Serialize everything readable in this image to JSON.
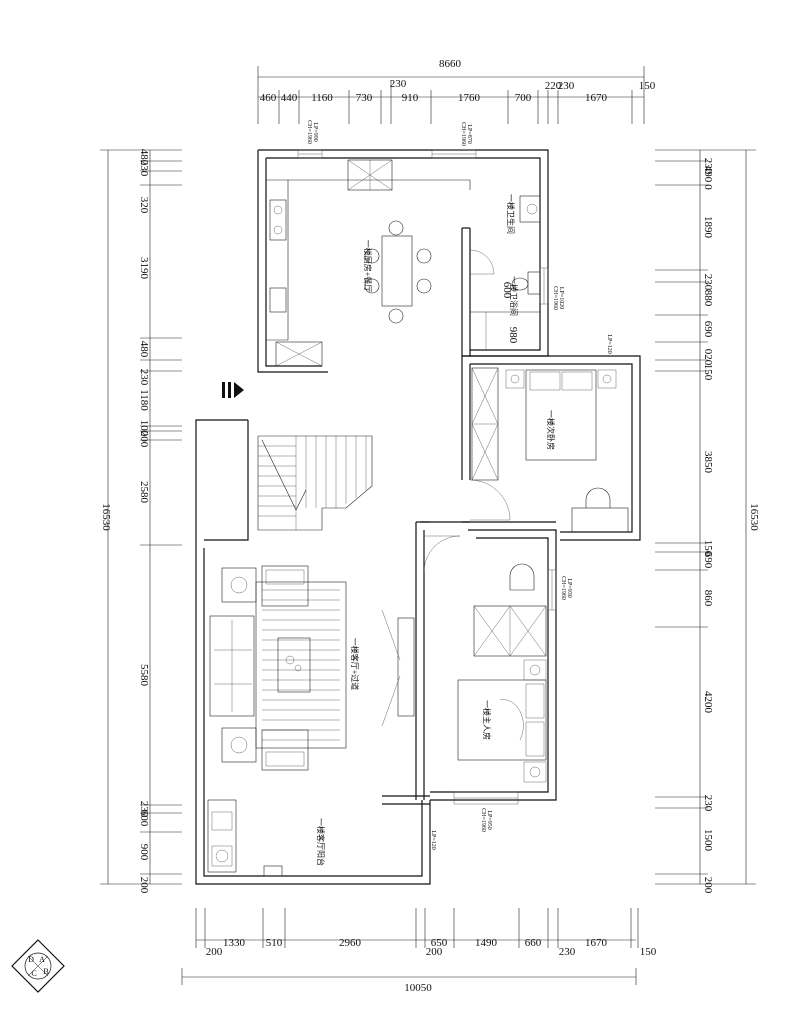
{
  "dimensions": {
    "top_total": "8660",
    "top_small": "230",
    "top_segments": [
      "460",
      "440",
      "1160",
      "730",
      "910",
      "1760",
      "700",
      "220",
      "230",
      "1670",
      "150"
    ],
    "bottom_total": "10050",
    "bottom_segments": [
      "200",
      "1330",
      "510",
      "2960",
      "200",
      "650",
      "1490",
      "660",
      "230",
      "1670",
      "150"
    ],
    "left_total": "16530",
    "left_segments": [
      "480",
      "230",
      "320",
      "3190",
      "480",
      "230",
      "1180",
      "100",
      "200",
      "2580",
      "5580",
      "600",
      "230",
      "900",
      "200"
    ],
    "right_total": "16530",
    "right_segments": [
      "230",
      "490",
      "0",
      "1890",
      "230",
      "880",
      "690",
      "020",
      "150",
      "3850",
      "150",
      "690",
      "860",
      "4200",
      "230",
      "1500",
      "200"
    ]
  },
  "rooms": {
    "kitchen_dining": "一楼厨房+餐厅",
    "toilet_area": "一楼卫生间",
    "bathroom": "一楼卫浴间",
    "second_bedroom": "一楼次卧房",
    "living_room": "一楼客厅+过道",
    "master_bedroom": "一楼主人房",
    "entrance": "一楼客厅阳台"
  },
  "notes": {
    "w1": "CH=1960",
    "w1b": "LP=990",
    "w2": "CH=1960",
    "w2b": "LP=870",
    "w3": "CH=1960",
    "w3b": "LP=1020",
    "w4": "LP=120",
    "w5": "CH=1960",
    "w5b": "LP=930",
    "w6": "CH=1960",
    "w6b": "LP=950",
    "w7": "LP=120",
    "bath_600": "600",
    "bath_980": "980"
  },
  "compass": {
    "top": "A",
    "right": "B",
    "bottom": "C",
    "left": "D"
  }
}
